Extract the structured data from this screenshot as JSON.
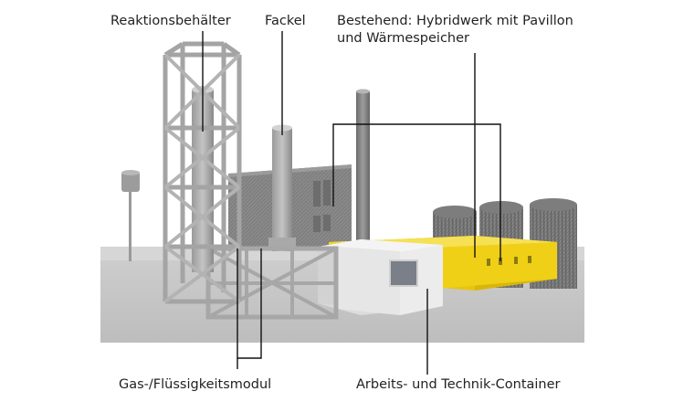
{
  "labels": {
    "reaktionsbehaelter": "Reaktionsbehälter",
    "fackel": "Fackel",
    "bestehend_line1": "Bestehend: Hybridwerk mit Pavillon",
    "bestehend_line2": "und Wärmespeicher",
    "gasmodul": "Gas-/Flüssigkeitsmodul",
    "container": "Arbeits- und Technik-Container"
  },
  "colors": {
    "background": "#ffffff",
    "ground": "#c9c9c9",
    "structure": "#b9b9b9",
    "building_dark": "#8e8e8e",
    "container_yellow": "#f2d41a",
    "container_white": "#eeeeee",
    "leader_lines": "#111111"
  }
}
